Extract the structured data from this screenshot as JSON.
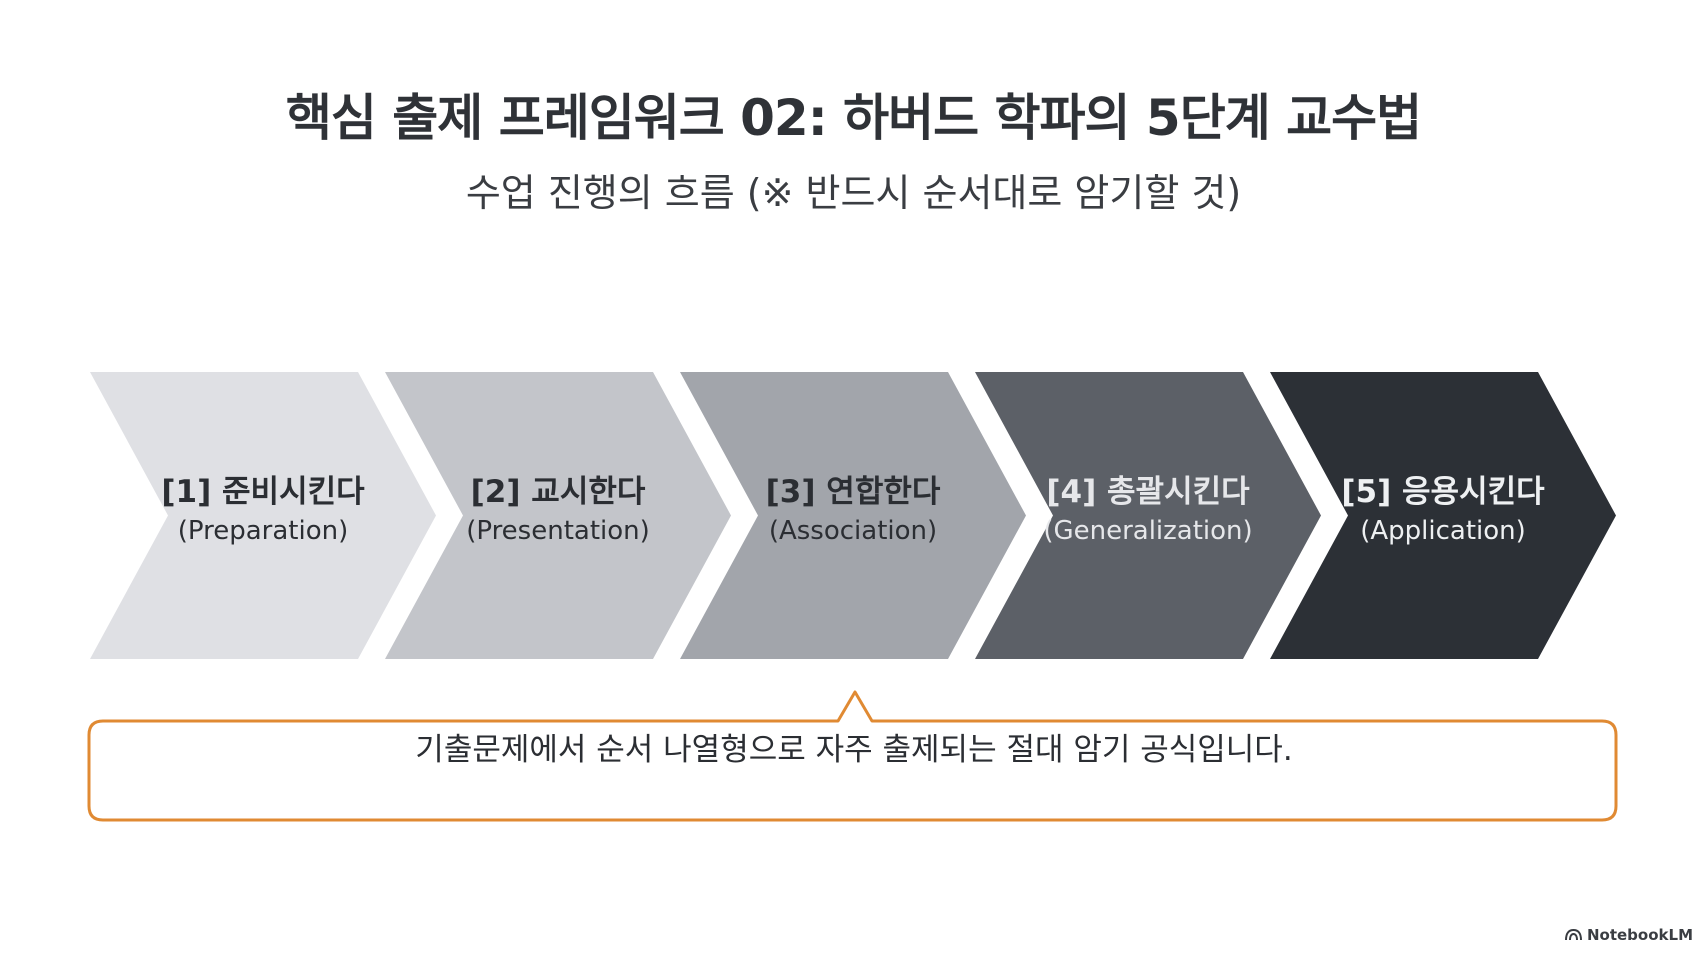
{
  "header": {
    "title": "핵심 출제 프레임워크 02: 하버드 학파의 5단계 교수법",
    "subtitle": "수업 진행의 흐름 (※ 반드시 순서대로 암기할 것)"
  },
  "steps": [
    {
      "title": "[1] 준비시킨다",
      "subtitle": "(Preparation)",
      "fill": "#dfe0e4",
      "text_color": "#2b2e33"
    },
    {
      "title": "[2] 교시한다",
      "subtitle": "(Presentation)",
      "fill": "#c3c5ca",
      "text_color": "#2b2e33"
    },
    {
      "title": "[3] 연합한다",
      "subtitle": "(Association)",
      "fill": "#a2a5ab",
      "text_color": "#2b2e33"
    },
    {
      "title": "[4] 총괄시킨다",
      "subtitle": "(Generalization)",
      "fill": "#5c6067",
      "text_color": "#e6e7ea"
    },
    {
      "title": "[5] 응용시킨다",
      "subtitle": "(Application)",
      "fill": "#2c3036",
      "text_color": "#eef0f2"
    }
  ],
  "callout": {
    "text": "기출문제에서 순서 나열형으로 자주 출제되는 절대 암기 공식입니다.",
    "border_color": "#e08a33"
  },
  "brand": {
    "name": "NotebookLM",
    "icon": "notebooklm-logo-icon"
  }
}
